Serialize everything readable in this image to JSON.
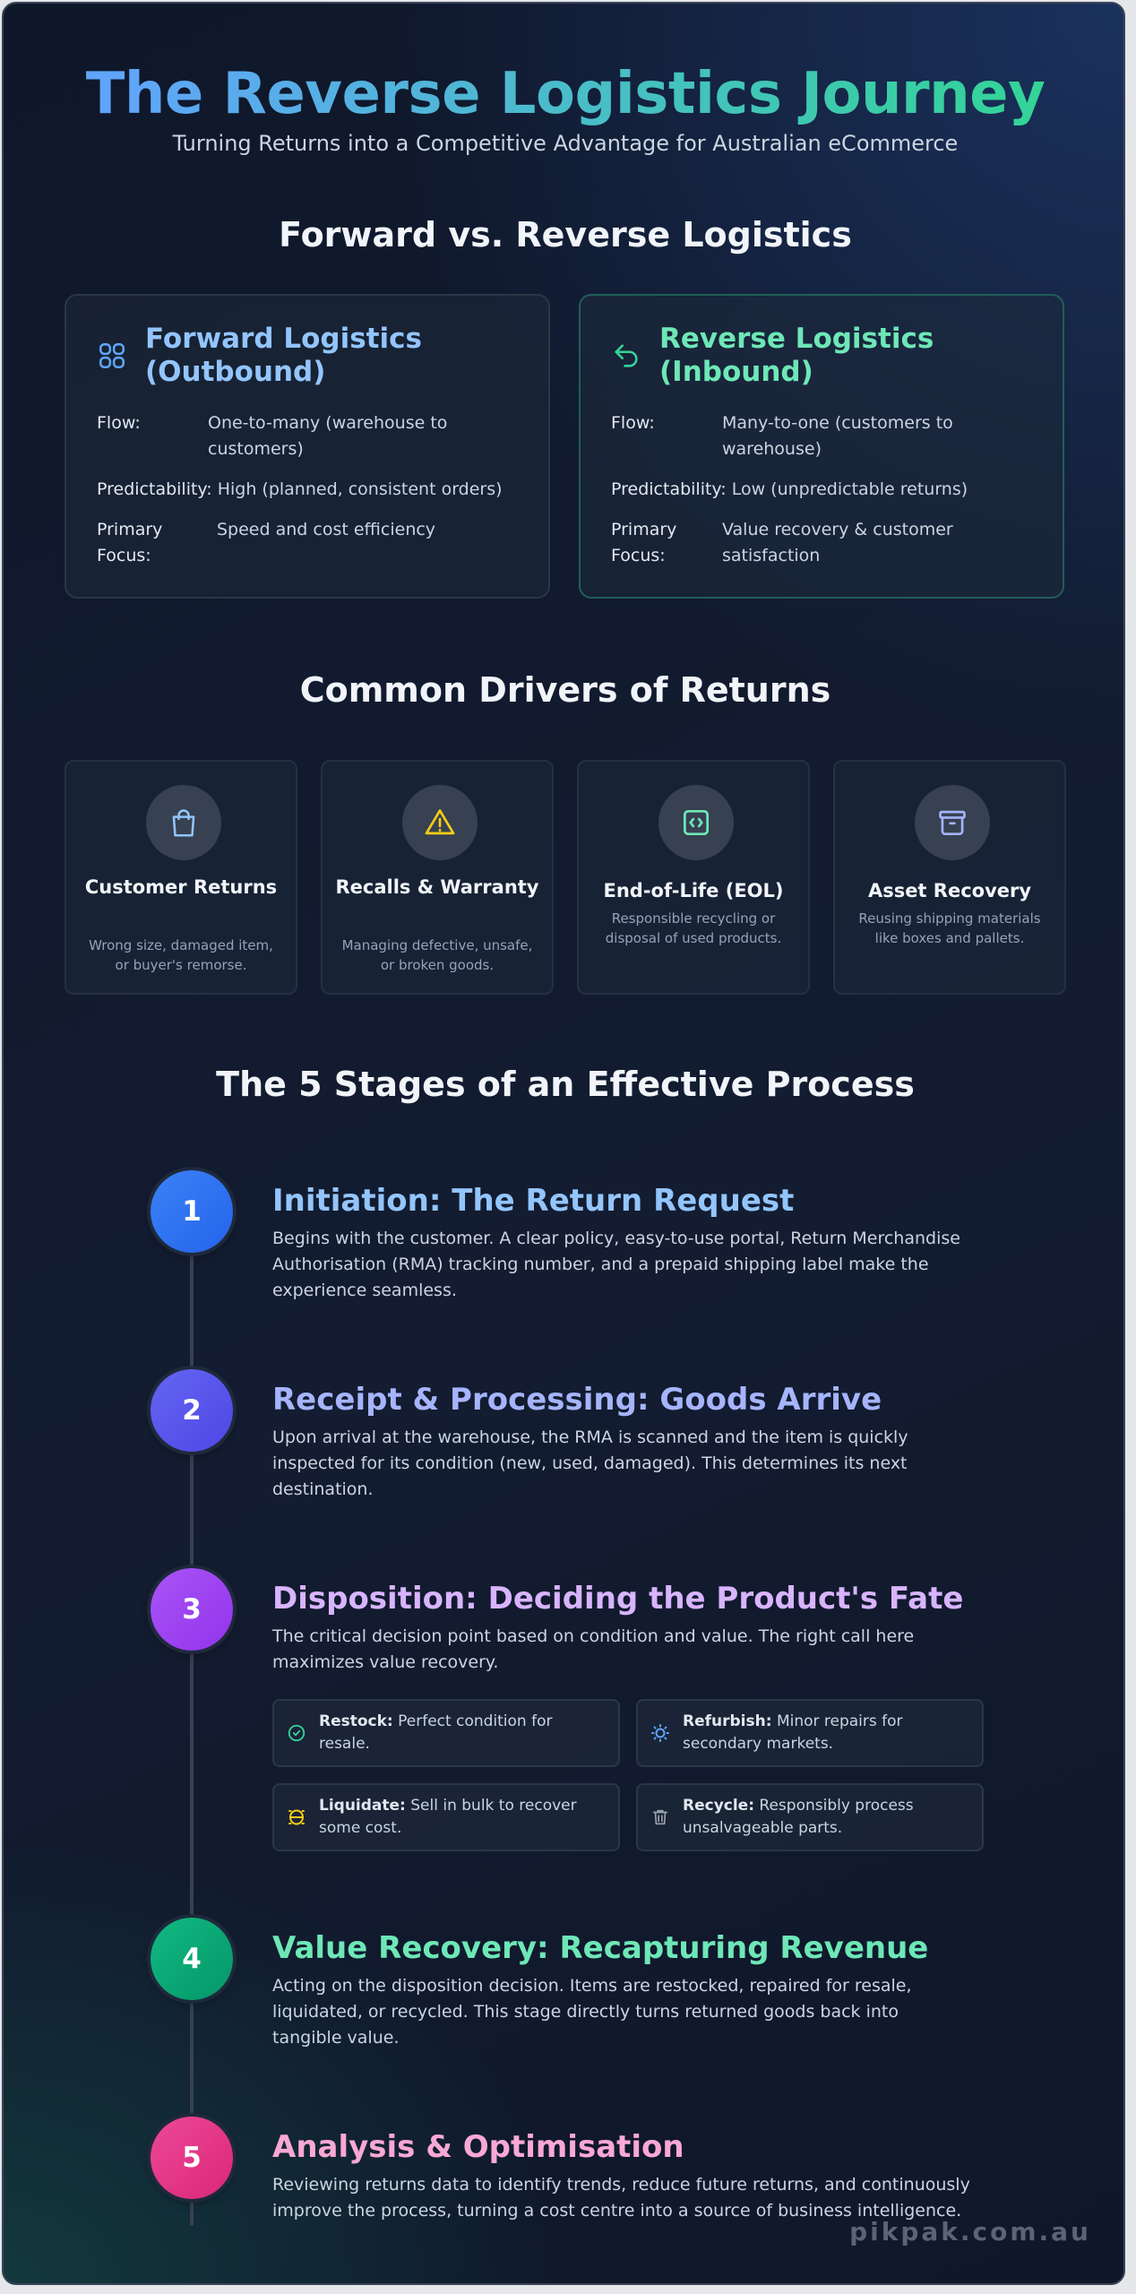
{
  "header": {
    "title": "The Reverse Logistics Journey",
    "subtitle": "Turning Returns into a Competitive Advantage for Australian eCommerce"
  },
  "comparison": {
    "heading": "Forward vs. Reverse Logistics",
    "forward": {
      "title_line1": "Forward Logistics",
      "title_line2": "(Outbound)",
      "icon": "grid-icon",
      "color": "#93c5fd",
      "rows": [
        {
          "key": "Flow:",
          "value": "One-to-many (warehouse to customers)"
        },
        {
          "key": "Predictability:",
          "value": "High (planned, consistent orders)"
        },
        {
          "key": "Primary Focus:",
          "value": "Speed and cost efficiency"
        }
      ]
    },
    "reverse": {
      "title_line1": "Reverse Logistics",
      "title_line2": "(Inbound)",
      "icon": "undo-arrow-icon",
      "color": "#6ee7b7",
      "rows": [
        {
          "key": "Flow:",
          "value": "Many-to-one (customers to warehouse)"
        },
        {
          "key": "Predictability:",
          "value": "Low (unpredictable returns)"
        },
        {
          "key": "Primary Focus:",
          "value": "Value recovery & customer satisfaction"
        }
      ]
    }
  },
  "drivers": {
    "heading": "Common Drivers of Returns",
    "items": [
      {
        "icon": "shopping-bag-icon",
        "color": "#93c5fd",
        "title": "Customer Returns",
        "desc": "Wrong size, damaged item, or buyer's remorse."
      },
      {
        "icon": "warning-triangle-icon",
        "color": "#facc15",
        "title": "Recalls & Warranty",
        "desc": "Managing defective, unsafe, or broken goods."
      },
      {
        "icon": "code-box-icon",
        "color": "#6ee7b7",
        "title": "End-of-Life (EOL)",
        "desc": "Responsible recycling or disposal of used products."
      },
      {
        "icon": "archive-box-icon",
        "color": "#a5b4fc",
        "title": "Asset Recovery",
        "desc": "Reusing shipping materials like boxes and pallets."
      }
    ]
  },
  "stages": {
    "heading": "The 5 Stages of an Effective Process",
    "items": [
      {
        "num": "1",
        "title": "Initiation: The Return Request",
        "color": "#93c5fd",
        "dot": "#3b82f6",
        "text": "Begins with the customer. A clear policy, easy-to-use portal, Return Merchandise Authorisation (RMA) tracking number, and a prepaid shipping label make the experience seamless."
      },
      {
        "num": "2",
        "title": "Receipt & Processing: Goods Arrive",
        "color": "#a5b4fc",
        "dot": "#6366f1",
        "text": "Upon arrival at the warehouse, the RMA is scanned and the item is quickly inspected for its condition (new, used, damaged). This determines its next destination."
      },
      {
        "num": "3",
        "title": "Disposition: Deciding the Product's Fate",
        "color": "#d8b4fe",
        "dot": "#a855f7",
        "text": "The critical decision point based on condition and value. The right call here maximizes value recovery."
      },
      {
        "num": "4",
        "title": "Value Recovery: Recapturing Revenue",
        "color": "#6ee7b7",
        "dot": "#10b981",
        "text": "Acting on the disposition decision. Items are restocked, repaired for resale, liquidated, or recycled. This stage directly turns returned goods back into tangible value."
      },
      {
        "num": "5",
        "title": "Analysis & Optimisation",
        "color": "#f9a8d4",
        "dot": "#ec4899",
        "text": "Reviewing returns data to identify trends, reduce future returns, and continuously improve the process, turning a cost centre into a source of business intelligence."
      }
    ],
    "disposition_options": [
      {
        "icon": "check-circle-icon",
        "color": "#34d399",
        "label": "Restock:",
        "text": "Perfect condition for resale."
      },
      {
        "icon": "sun-gear-icon",
        "color": "#60a5fa",
        "label": "Refurbish:",
        "text": "Minor repairs for secondary markets."
      },
      {
        "icon": "liquidate-icon",
        "color": "#facc15",
        "label": "Liquidate:",
        "text": "Sell in bulk to recover some cost."
      },
      {
        "icon": "trash-icon",
        "color": "#9ca3af",
        "label": "Recycle:",
        "text": "Responsibly process unsalvageable parts."
      }
    ]
  },
  "footer": {
    "brand": "pikpak.com.au"
  }
}
